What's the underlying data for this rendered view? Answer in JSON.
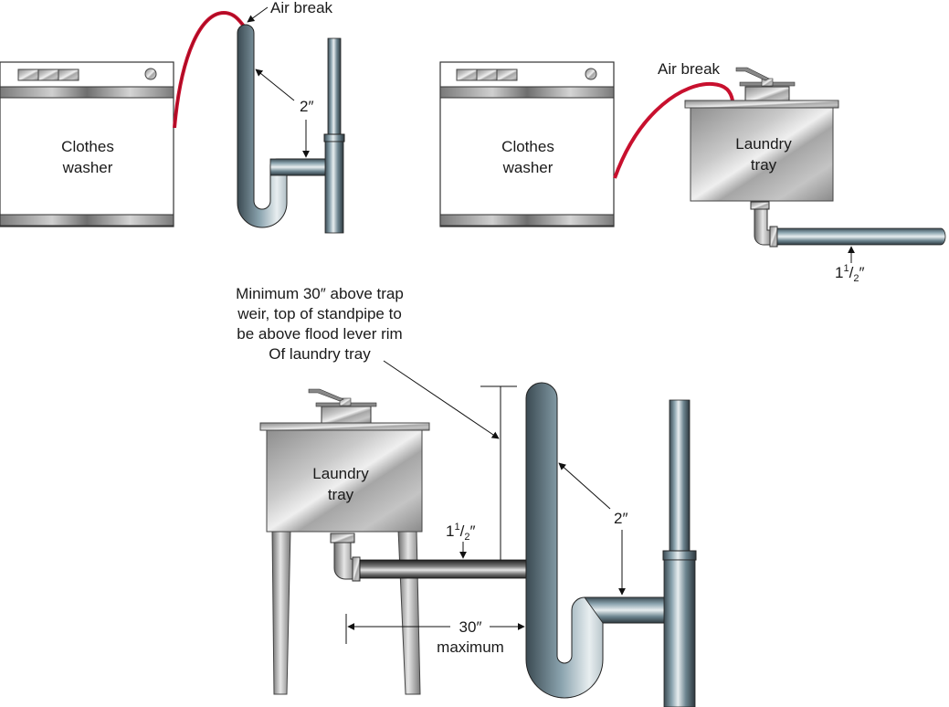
{
  "diagram": {
    "title": "Clothes washer and laundry tray drainage connections",
    "panel_1": {
      "washer_label_line1": "Clothes",
      "washer_label_line2": "washer",
      "air_break_label": "Air break",
      "pipe_size_label": "2″"
    },
    "panel_2": {
      "washer_label_line1": "Clothes",
      "washer_label_line2": "washer",
      "air_break_label": "Air break",
      "tray_label_line1": "Laundry",
      "tray_label_line2": "tray",
      "pipe_size_whole": "1",
      "pipe_size_num": "1",
      "pipe_size_den": "2",
      "pipe_size_unit": "″"
    },
    "panel_3": {
      "note_line1": "Minimum 30″ above trap",
      "note_line2": "weir, top of standpipe to",
      "note_line3": "be above flood lever rim",
      "note_line4": "Of laundry tray",
      "tray_label_line1": "Laundry",
      "tray_label_line2": "tray",
      "branch_size_whole": "1",
      "branch_size_num": "1",
      "branch_size_den": "2",
      "branch_size_unit": "″",
      "trap_size_label": "2″",
      "distance_label": "30″",
      "distance_qualifier": "maximum"
    },
    "colors": {
      "hose": "#c8102e",
      "pipe": "#7f97a3",
      "steel": "#a9a9a9",
      "outline": "#2a2a2a"
    }
  }
}
